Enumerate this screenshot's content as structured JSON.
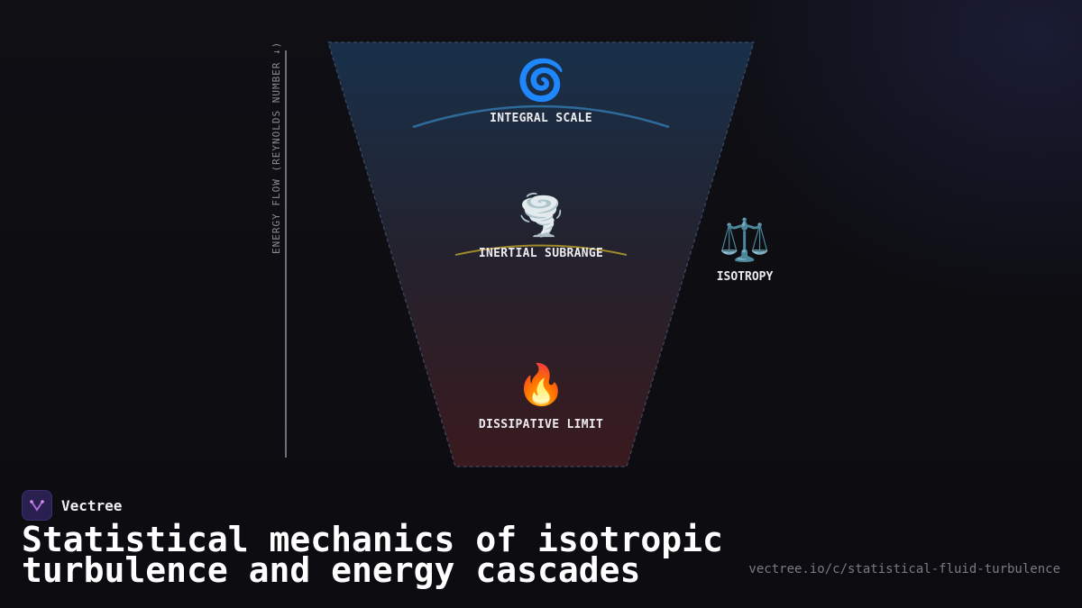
{
  "axis": {
    "label": "ENERGY FLOW (REYNOLDS NUMBER ↓)"
  },
  "stages": [
    {
      "icon": "cyclone-icon",
      "emoji": "🌀",
      "label": "INTEGRAL SCALE",
      "arc_color": "#2e6a9a"
    },
    {
      "icon": "tornado-icon",
      "emoji": "🌪️",
      "label": "INERTIAL SUBRANGE",
      "arc_color": "#a08a2a"
    },
    {
      "icon": "fire-icon",
      "emoji": "🔥",
      "label": "DISSIPATIVE LIMIT"
    }
  ],
  "side": {
    "icon": "balance-scale-icon",
    "emoji": "⚖️",
    "label": "ISOTROPY"
  },
  "brand": {
    "name": "Vectree",
    "logo_icon": "vectree-logo-icon"
  },
  "title": "Statistical mechanics of isotropic turbulence and energy cascades",
  "url": "vectree.io/c/statistical-fluid-turbulence",
  "colors": {
    "funnel_top": "#18304a",
    "funnel_bottom": "#3a1a1e",
    "background": "#0f0f14"
  }
}
